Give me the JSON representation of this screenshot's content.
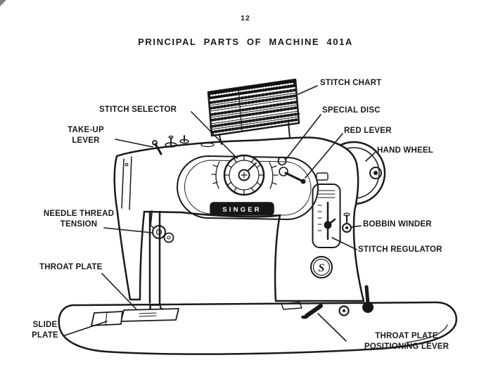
{
  "page": {
    "number": "12",
    "title": "PRINCIPAL PARTS OF MACHINE 401A"
  },
  "labels": {
    "stitch_chart": "STITCH CHART",
    "stitch_selector": "STITCH SELECTOR",
    "special_disc": "SPECIAL DISC",
    "take_up_lever": "TAKE-UP\nLEVER",
    "red_lever": "RED LEVER",
    "hand_wheel": "HAND WHEEL",
    "needle_thread_tension": "NEEDLE THREAD\nTENSION",
    "bobbin_winder": "BOBBIN WINDER",
    "stitch_regulator": "STITCH REGULATOR",
    "throat_plate": "THROAT PLATE",
    "slide_plate": "SLIDE\nPLATE",
    "throat_plate_positioning_lever": "THROAT PLATE\nPOSITIONING LEVER"
  },
  "machine": {
    "brand": "SINGER",
    "emblem": "S"
  },
  "colors": {
    "ink": "#1a1a1a",
    "paper": "#ffffff"
  }
}
